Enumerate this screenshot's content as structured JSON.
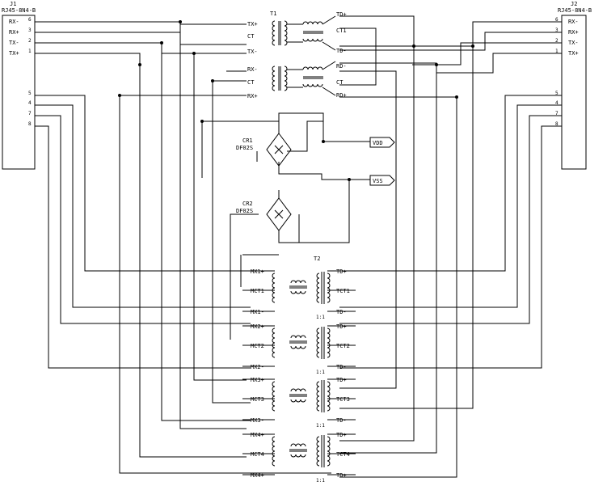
{
  "connectors": {
    "j1": {
      "ref": "J1",
      "part": "RJ45-8N4-B",
      "pins": [
        {
          "num": "6",
          "label": "RX-"
        },
        {
          "num": "3",
          "label": "RX+"
        },
        {
          "num": "2",
          "label": "TX-"
        },
        {
          "num": "1",
          "label": "TX+"
        },
        {
          "num": "5",
          "label": ""
        },
        {
          "num": "4",
          "label": ""
        },
        {
          "num": "7",
          "label": ""
        },
        {
          "num": "8",
          "label": ""
        }
      ]
    },
    "j2": {
      "ref": "J2",
      "part": "RJ45-8N4-B",
      "pins": [
        {
          "num": "6",
          "label": "RX-"
        },
        {
          "num": "3",
          "label": "RX+"
        },
        {
          "num": "2",
          "label": "TX-"
        },
        {
          "num": "1",
          "label": "TX+"
        },
        {
          "num": "5",
          "label": ""
        },
        {
          "num": "4",
          "label": ""
        },
        {
          "num": "7",
          "label": ""
        },
        {
          "num": "8",
          "label": ""
        }
      ]
    }
  },
  "t1": {
    "ref": "T1",
    "left": [
      "TX+",
      "CT",
      "TX-",
      "RX-",
      "CT",
      "RX+"
    ],
    "right": [
      "TD+",
      "CT1",
      "TD-",
      "RD-",
      "CT",
      "RD+"
    ]
  },
  "t2": {
    "ref": "T2",
    "blocks": [
      {
        "left": [
          "MX1+",
          "MCT1",
          "MX1-"
        ],
        "right": [
          "TD+",
          "TCT1",
          "TD-"
        ]
      },
      {
        "left": [
          "MX2+",
          "MCT2",
          "MX2-"
        ],
        "right": [
          "TD+",
          "TCT2",
          "TD-"
        ]
      },
      {
        "left": [
          "MX3+",
          "MCT3",
          "MX3-"
        ],
        "right": [
          "TD+",
          "TCT3",
          "TD-"
        ]
      },
      {
        "left": [
          "MX4+",
          "MCT4",
          "MX4+"
        ],
        "right": [
          "TD+",
          "TCT4",
          "TD+"
        ]
      }
    ]
  },
  "cr1": {
    "ref": "CR1",
    "part": "DF02S"
  },
  "cr2": {
    "ref": "CR2",
    "part": "DF02S"
  },
  "vdd": "VDD",
  "vss": "VSS",
  "ratio": "1:1"
}
